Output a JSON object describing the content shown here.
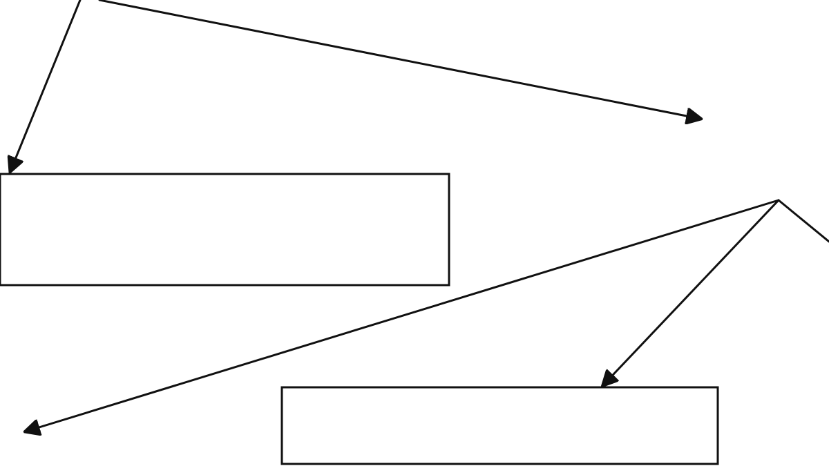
{
  "diagram": {
    "boxes": [
      {
        "id": "upper-left-box",
        "label": ""
      },
      {
        "id": "lower-center-box",
        "label": ""
      }
    ],
    "connectors": [
      {
        "id": "top-to-upper-left-box",
        "arrow": "end"
      },
      {
        "id": "top-to-right-node",
        "arrow": "end"
      },
      {
        "id": "right-node-to-lower-left",
        "arrow": "end"
      },
      {
        "id": "right-node-to-lower-center-box",
        "arrow": "end"
      },
      {
        "id": "right-node-to-offscreen-right",
        "arrow": "none"
      }
    ]
  },
  "colors": {
    "line": "#111111",
    "background": "#ffffff"
  }
}
